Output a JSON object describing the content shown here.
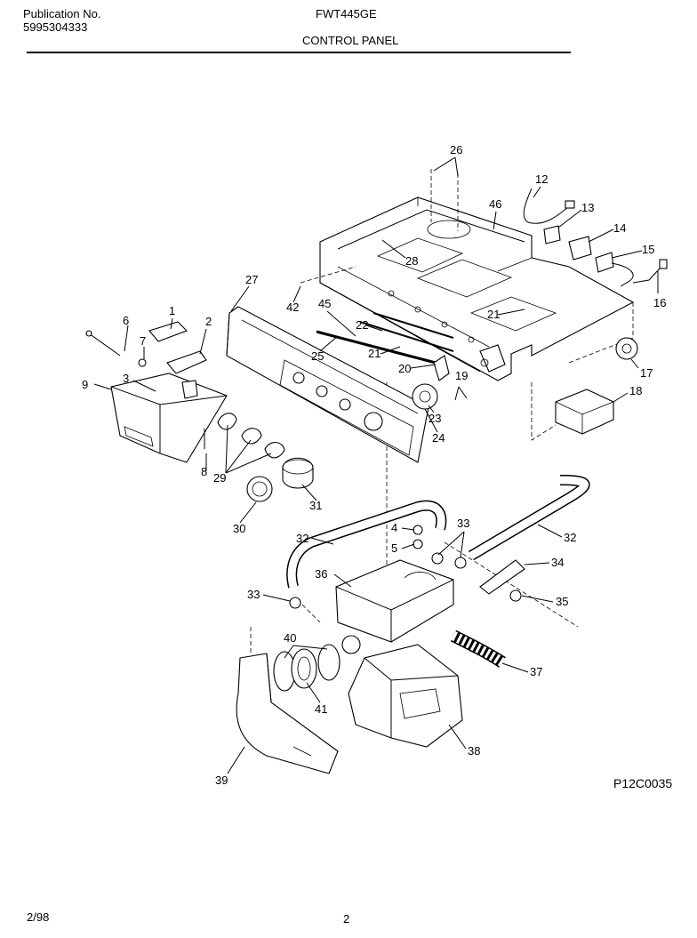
{
  "header": {
    "pub_label": "Publication No.",
    "pub_number": "5995304333",
    "model": "FWT445GE",
    "section": "CONTROL PANEL"
  },
  "diagram_code": "P12C0035",
  "footer": {
    "date": "2/98",
    "page": "2"
  },
  "part_labels": [
    "26",
    "12",
    "46",
    "13",
    "14",
    "15",
    "16",
    "27",
    "28",
    "42",
    "45",
    "22",
    "21",
    "25",
    "20",
    "19",
    "6",
    "1",
    "2",
    "7",
    "3",
    "9",
    "8",
    "29",
    "30",
    "31",
    "23",
    "24",
    "17",
    "18",
    "4",
    "5",
    "33",
    "32",
    "34",
    "35",
    "36",
    "37",
    "40",
    "41",
    "38",
    "39"
  ]
}
